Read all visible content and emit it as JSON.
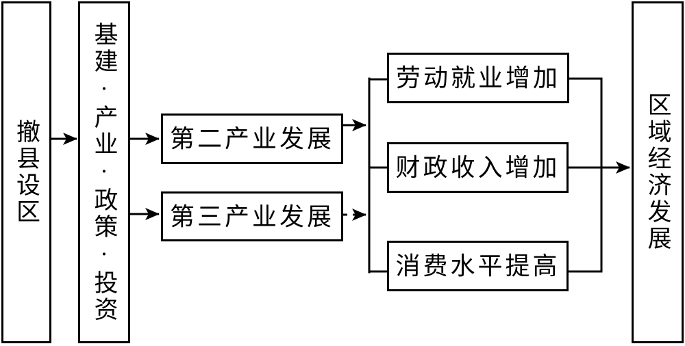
{
  "colors": {
    "background": "#ffffff",
    "line": "#000000",
    "node_fill": "#ffffff",
    "text": "#000000"
  },
  "nodes": {
    "source": {
      "label": "撤县设区"
    },
    "drivers": {
      "label": "基建·产业·政策·投资"
    },
    "secondary": {
      "label": "第二产业发展"
    },
    "tertiary": {
      "label": "第三产业发展"
    },
    "employment": {
      "label": "劳动就业增加"
    },
    "fiscal": {
      "label": "财政收入增加"
    },
    "consumption": {
      "label": "消费水平提高"
    },
    "regional": {
      "label": "区域经济发展"
    }
  },
  "edges": [
    {
      "from": "source",
      "to": "drivers",
      "style": "solid-arrow"
    },
    {
      "from": "drivers",
      "to": "secondary",
      "style": "solid-arrow"
    },
    {
      "from": "drivers",
      "to": "tertiary",
      "style": "solid-arrow"
    },
    {
      "from": "secondary",
      "to": "outcomes-bus",
      "style": "solid-arrow"
    },
    {
      "from": "tertiary",
      "to": "outcomes-bus",
      "style": "dashed-arrow"
    },
    {
      "from": "outcomes-bus",
      "to": "employment",
      "style": "line"
    },
    {
      "from": "outcomes-bus",
      "to": "fiscal",
      "style": "line"
    },
    {
      "from": "outcomes-bus",
      "to": "consumption",
      "style": "line"
    },
    {
      "from": "employment",
      "to": "collector-bus",
      "style": "line"
    },
    {
      "from": "fiscal",
      "to": "collector-bus",
      "style": "line"
    },
    {
      "from": "consumption",
      "to": "collector-bus",
      "style": "line"
    },
    {
      "from": "collector-bus",
      "to": "regional",
      "style": "solid-arrow"
    }
  ]
}
